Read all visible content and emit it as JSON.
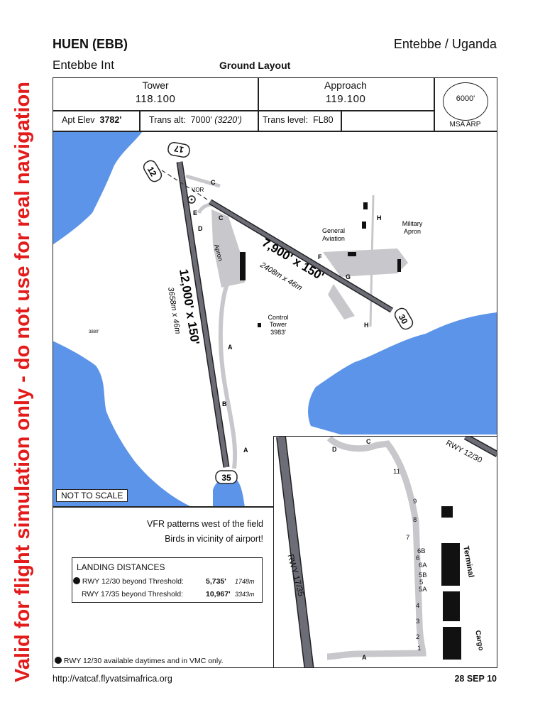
{
  "warning": "Valid for flight simulation only - do not use for real navigation",
  "header": {
    "code": "HUEN (EBB)",
    "location": "Entebbe / Uganda",
    "name": "Entebbe Int",
    "chart_title": "Ground Layout"
  },
  "frequencies": {
    "tower_label": "Tower",
    "tower_freq": "118.100",
    "approach_label": "Approach",
    "approach_freq": "119.100",
    "msa_value": "6000'",
    "msa_label": "MSA ARP"
  },
  "elevations": {
    "apt_elev_label": "Apt Elev",
    "apt_elev_value": "3782'",
    "trans_alt_label": "Trans alt:",
    "trans_alt_value": "7000'",
    "trans_alt_qfe": "(3220')",
    "trans_level_label": "Trans level:",
    "trans_level_value": "FL80"
  },
  "map": {
    "rwy1735_length": "12,000' x 150'",
    "rwy1735_metric": "3658m x 46m",
    "rwy1230_length": "7,900' x 150'",
    "rwy1230_metric": "2408m x 46m",
    "rwy_17": "17",
    "rwy_35": "35",
    "rwy_12": "12",
    "rwy_30": "30",
    "vor": "VOR",
    "apron": "Apron",
    "control_tower": "Control",
    "control_tower_2": "Tower",
    "control_tower_elev": "3983'",
    "general_aviation_1": "General",
    "general_aviation_2": "Aviation",
    "military_1": "Military",
    "military_2": "Apron",
    "spot_elev": "3880'",
    "twy_a": "A",
    "twy_b": "B",
    "twy_c": "C",
    "twy_d": "D",
    "twy_e": "E",
    "twy_f": "F",
    "twy_g": "G",
    "twy_h": "H",
    "not_to_scale": "NOT TO SCALE"
  },
  "inset": {
    "rwy1735": "RWY 17/35",
    "rwy1230": "RWY 12/30",
    "terminal": "Terminal",
    "cargo": "Cargo",
    "twy_a": "A",
    "twy_c": "C",
    "twy_d": "D",
    "stands": [
      "11",
      "9",
      "8",
      "7",
      "6B",
      "6",
      "6A",
      "5B",
      "5",
      "5A",
      "4",
      "3",
      "2",
      "1"
    ]
  },
  "notes": {
    "line1": "VFR patterns west of the field",
    "line2": "Birds in vicinity of airport!",
    "landing_title": "LANDING DISTANCES",
    "rows": [
      {
        "rwy": "RWY 12/30 beyond Threshold:",
        "ft": "5,735'",
        "m": "1748m"
      },
      {
        "rwy": "RWY 17/35 beyond Threshold:",
        "ft": "10,967'",
        "m": "3343m"
      }
    ],
    "footnote": "RWY 12/30 available daytimes and in VMC only."
  },
  "footer": {
    "url": "http://vatcaf.flyvatsimafrica.org",
    "date": "28 SEP 10"
  },
  "colors": {
    "water": "#5b94e8",
    "taxiway": "#c8c8cc",
    "runway": "#6d6d78",
    "warning": "#e31b1b"
  }
}
